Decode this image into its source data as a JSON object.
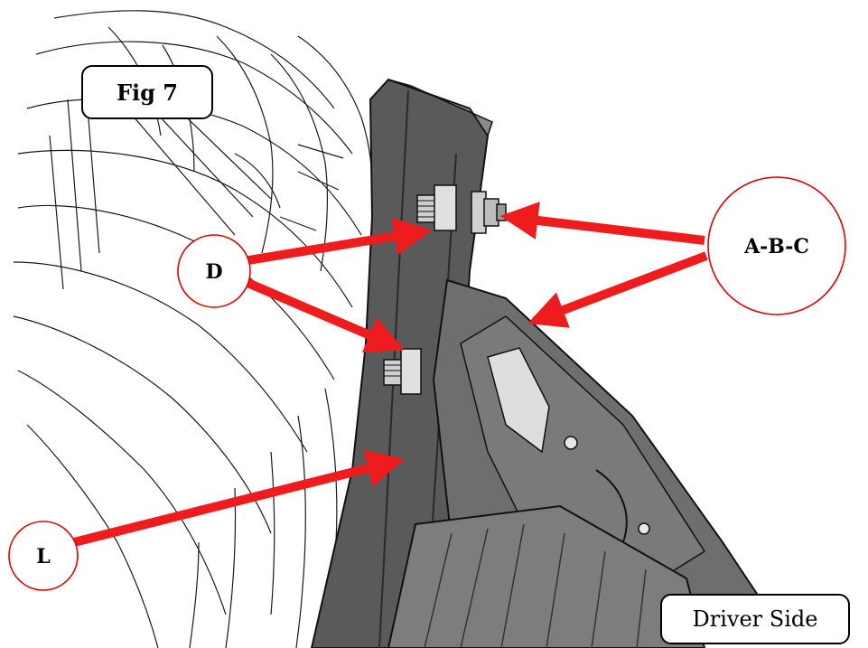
{
  "figure": {
    "label": "Fig 7"
  },
  "side_label": "Driver Side",
  "callouts": {
    "abc": "A-B-C",
    "d": "D",
    "l": "L"
  },
  "colors": {
    "arrow": "#ee1c1c",
    "circle_stroke": "#e00000",
    "bracket_dark": "#5a5a5a",
    "bracket_mid": "#6e6e6e",
    "bracket_light": "#8a8a8a",
    "line_art": "#1a1a1a"
  }
}
